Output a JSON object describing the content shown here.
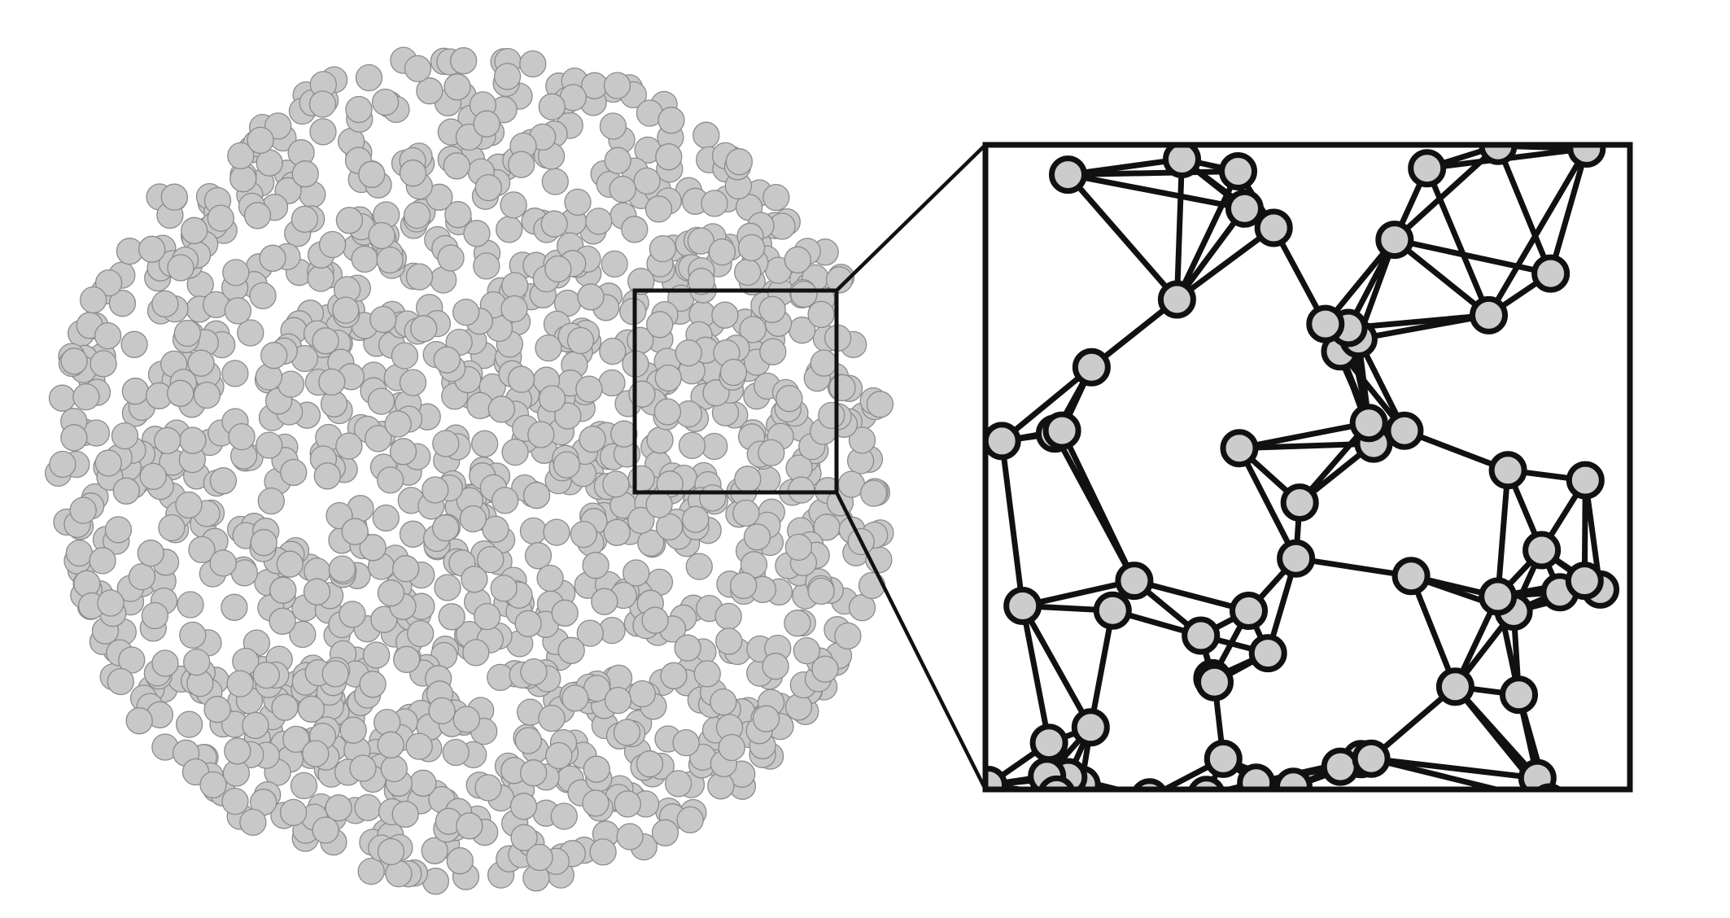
{
  "figure": {
    "description_text": "",
    "colors": {
      "node_fill": "#c8c8c8",
      "node_outline": "#8c8c8c",
      "edge": "#111111",
      "inset_node_fill": "#cccccc",
      "background": "#ffffff"
    },
    "disk_node_count": 1300,
    "inset_node_count": 62,
    "inset_neighbor_count": 4
  }
}
